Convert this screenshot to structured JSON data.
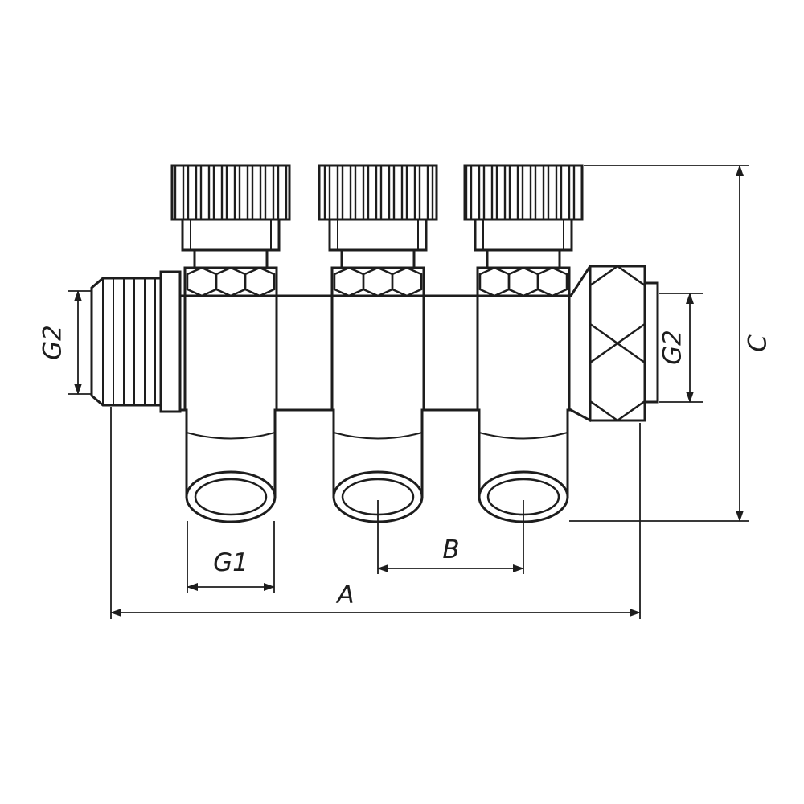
{
  "drawing": {
    "stroke_color": "#1d1d1d",
    "background_color": "#ffffff",
    "labels": {
      "g2_left": "G2",
      "g2_right": "G2",
      "g1": "G1",
      "b": "B",
      "a": "A",
      "c": "C"
    }
  }
}
